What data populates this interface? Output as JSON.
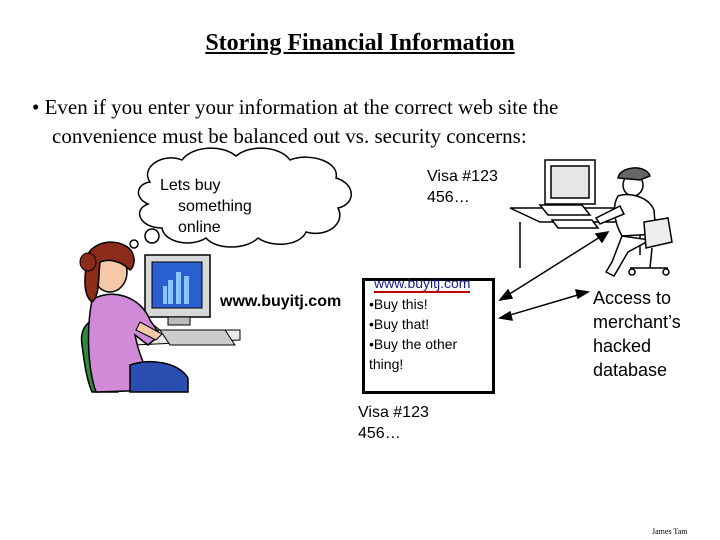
{
  "slide": {
    "title": "Storing Financial Information",
    "bullet": {
      "line1": "• Even if you enter your information at the correct web site the",
      "line2": "convenience must be balanced out vs. security concerns:"
    },
    "thought_bubble": [
      "Lets buy",
      "something",
      "online"
    ],
    "card_top": [
      "Visa #123",
      "456…"
    ],
    "user_url": "www.buyitj.com",
    "browser": {
      "url": "www.buyitj.com",
      "items": [
        "•Buy this!",
        "•Buy that!",
        "•Buy the other",
        "thing!"
      ]
    },
    "card_bottom": [
      "Visa #123",
      "456…"
    ],
    "hack_note": [
      "Access to",
      "merchant’s",
      "hacked",
      "database"
    ],
    "signature": "James Tam"
  },
  "colors": {
    "underline": "#c00000",
    "skin": "#f5c9a8",
    "hair": "#8b2b1a",
    "shirt": "#d08ad8",
    "chair": "#2e8b3a",
    "screen": "#2a5fd0"
  },
  "icons": [
    "woman-at-computer-icon",
    "clerk-at-computer-icon",
    "thought-cloud-icon",
    "double-arrow-icon"
  ]
}
